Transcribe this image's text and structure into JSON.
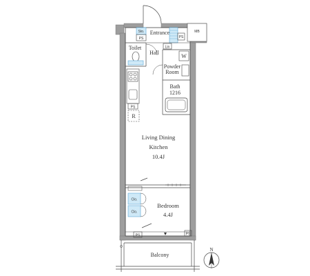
{
  "rooms": {
    "entrance": "Entrance",
    "toilet": "Toilet",
    "hall": "Hall",
    "powder_room_line1": "Powder",
    "powder_room_line2": "Room",
    "bath_line1": "Bath",
    "bath_line2": "1216",
    "ldk_line1": "Living Dining",
    "ldk_line2": "Kitchen",
    "ldk_size": "10.4J",
    "bedroom": "Bedroom",
    "bedroom_size": "4.4J",
    "balcony": "Balcony"
  },
  "fixtures": {
    "mb": "MB",
    "ps_entrance_left": "PS",
    "ps_entrance_right": "PS",
    "ps_kitchen": "PS",
    "ps_bedroom": "PS",
    "ps_balcony": "PS",
    "washer": "W",
    "refrigerator": "R",
    "shoe_storage": "Sto.",
    "closet_1": "Clo.",
    "closet_2": "Clo.",
    "linen": "Lin"
  },
  "compass": {
    "north": "N"
  },
  "colors": {
    "wall": "#9e9e9e",
    "wall_dark": "#777777",
    "line": "#444444",
    "storage_fill": "#cfe9f7",
    "storage_stroke": "#5aa7d6"
  }
}
